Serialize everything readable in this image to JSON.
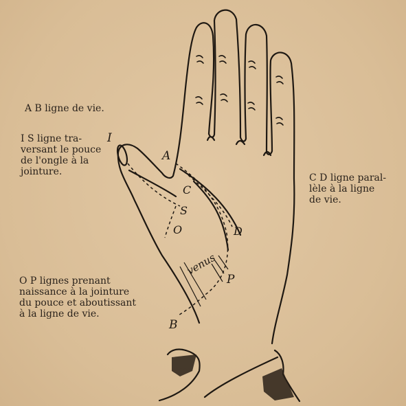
{
  "captions": {
    "ab": [
      "A B ligne de vie."
    ],
    "is": [
      "I S ligne tra-",
      "versant le pouce",
      "de l'ongle à la",
      "jointure."
    ],
    "cd": [
      "C D ligne paral-",
      "lèle à la ligne",
      "de vie."
    ],
    "op": [
      "O P lignes prenant",
      "naissance à la jointure",
      "du pouce et aboutissant",
      "à la ligne de vie."
    ]
  },
  "labels": {
    "I": "I",
    "A": "A",
    "C": "C",
    "S": "S",
    "O": "O",
    "D": "D",
    "P": "P",
    "B": "B",
    "venus": "venus"
  },
  "colors": {
    "paper": "#dcc19c",
    "ink": "#1e1812"
  }
}
